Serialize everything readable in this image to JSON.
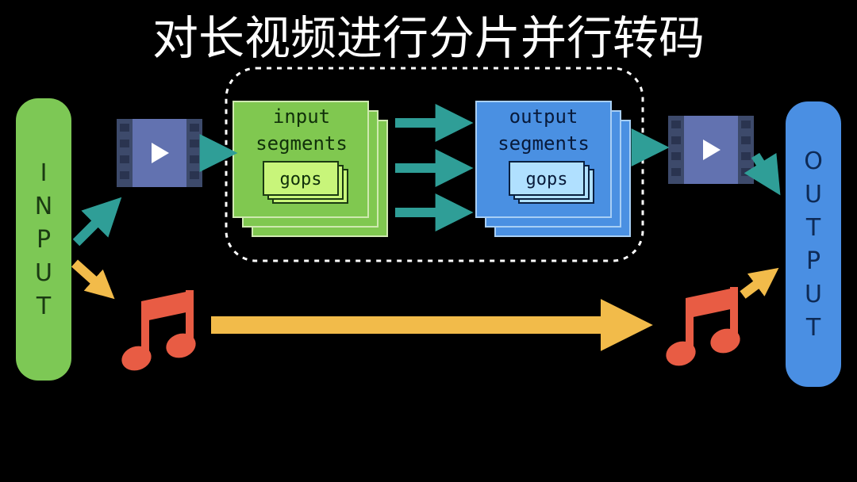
{
  "title": "对长视频进行分片并行转码",
  "input_label": "INPUT",
  "output_label": "OUTPUT",
  "input_segments": {
    "label_line1": "input",
    "label_line2": "segments",
    "gops_label": "gops"
  },
  "output_segments": {
    "label_line1": "output",
    "label_line2": "segments",
    "gops_label": "gops"
  },
  "icons": {
    "video": "film-strip-play-icon",
    "audio": "music-note-icon"
  },
  "colors": {
    "background": "#000000",
    "input_bar": "#7dc855",
    "output_bar": "#4a8fe3",
    "input_segment_fill": "#80c850",
    "output_segment_fill": "#4a90e2",
    "input_gops_fill": "#c8f57a",
    "output_gops_fill": "#b0e0ff",
    "teal_arrow": "#2f9e97",
    "yellow_arrow": "#f2bb4a",
    "music_note": "#e85c44",
    "film_strip": "#3d4a6b",
    "film_screen": "#6272b0"
  }
}
